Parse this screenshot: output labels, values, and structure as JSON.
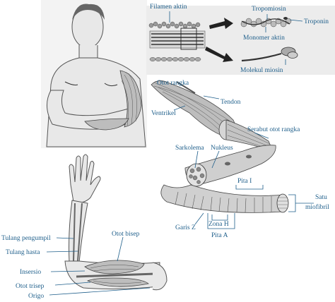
{
  "labels": {
    "filamen_aktin": "Filamen aktin",
    "tropomiosin": "Tropomiosin",
    "troponin": "Troponin",
    "monomer_aktin": "Monomer aktin",
    "molekul_miosin": "Molekul miosin",
    "otot_rangka": "Otot rangka",
    "tendon": "Tendon",
    "ventrikel": "Ventrikel",
    "serabut_otot_rangka": "Serabut otot rangka",
    "sarkolema": "Sarkolema",
    "nukleus": "Nukleus",
    "pita_i": "Pita I",
    "satu_miofibril_1": "Satu",
    "satu_miofibril_2": "miofibril",
    "garis_z": "Garis Z",
    "zona_h": "Zona H",
    "pita_a": "Pita A",
    "tulang_pengumpil": "Tulang pengumpil",
    "tulang_hasta": "Tulang hasta",
    "otot_bisep": "Otot bisep",
    "insersio": "Insersio",
    "otot_trisep": "Otot trisep",
    "origo": "Origo"
  },
  "colors": {
    "label": "#1f5f8b",
    "panel_background": "#ececec"
  }
}
